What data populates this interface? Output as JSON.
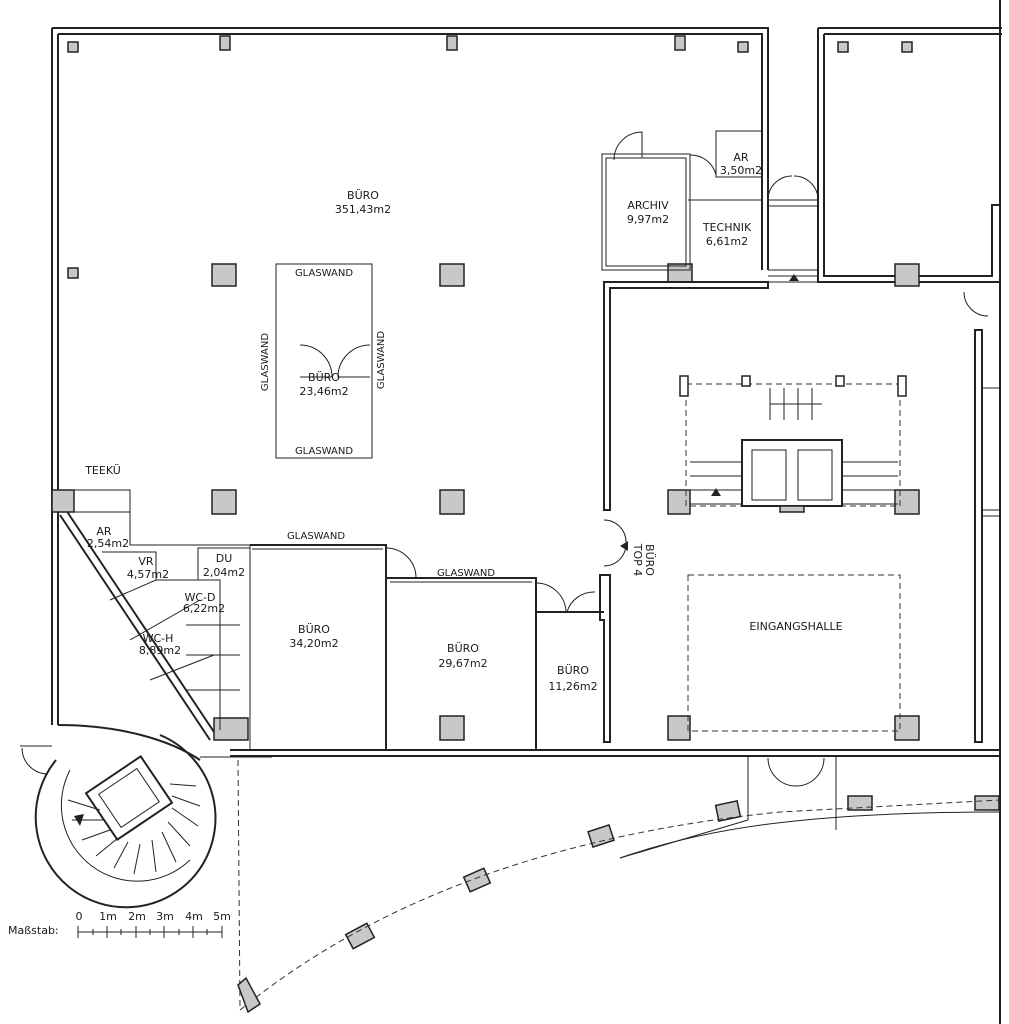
{
  "rooms": {
    "buero_main": {
      "name": "BÜRO",
      "area": "351,43m2"
    },
    "buero_glass": {
      "name": "BÜRO",
      "area": "23,46m2"
    },
    "archiv": {
      "name": "ARCHIV",
      "area": "9,97m2"
    },
    "ar_top": {
      "name": "AR",
      "area": "3,50m2"
    },
    "technik": {
      "name": "TECHNIK",
      "area": "6,61m2"
    },
    "teeku": {
      "name": "TEEKÜ"
    },
    "ar_left": {
      "name": "AR",
      "area": "2,54m2"
    },
    "vr": {
      "name": "VR",
      "area": "4,57m2"
    },
    "du": {
      "name": "DU",
      "area": "2,04m2"
    },
    "wc_d": {
      "name": "WC-D",
      "area": "6,22m2"
    },
    "wc_h": {
      "name": "WC-H",
      "area": "8,89m2"
    },
    "buero_34": {
      "name": "BÜRO",
      "area": "34,20m2"
    },
    "buero_29": {
      "name": "BÜRO",
      "area": "29,67m2"
    },
    "buero_11": {
      "name": "BÜRO",
      "area": "11,26m2"
    },
    "eingangshalle": {
      "name": "EINGANGSHALLE"
    },
    "buero_top4": {
      "line1": "BÜRO",
      "line2": "TOP 4"
    }
  },
  "walls": {
    "glaswand": "GLASWAND"
  },
  "scale": {
    "label": "Maßstab:",
    "ticks": [
      "0",
      "1m",
      "2m",
      "3m",
      "4m",
      "5m"
    ]
  }
}
